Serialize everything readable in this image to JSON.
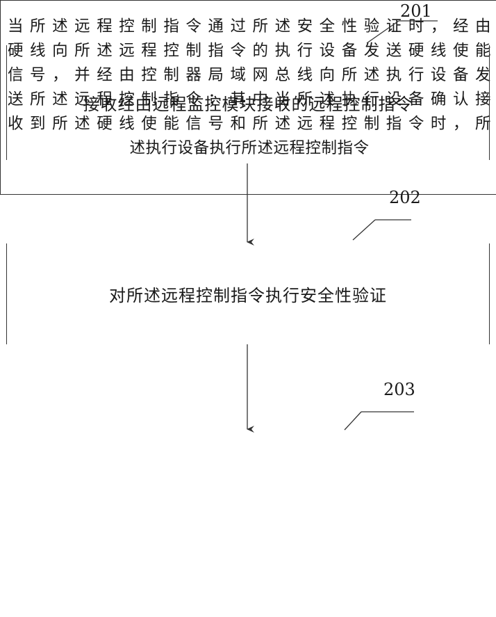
{
  "steps": [
    {
      "id": "201",
      "text": "接收经由远程监控模块接收的远程控制指令"
    },
    {
      "id": "202",
      "text": "对所述远程控制指令执行安全性验证"
    },
    {
      "id": "203",
      "lines": [
        "当所述远程控制指令通过所述安全性验证时，经由",
        "硬线向所述远程控制指令的执行设备发送硬线使能",
        "信号，并经由控制器局域网总线向所述执行设备发",
        "送所述远程控制指令；其中当所述执行设备确认接",
        "收到所述硬线使能信号和所述远程控制指令时，所",
        "述执行设备执行所述远程控制指令"
      ]
    }
  ],
  "colors": {
    "line": "#333333",
    "text": "#1a1a1a",
    "background": "#ffffff"
  }
}
